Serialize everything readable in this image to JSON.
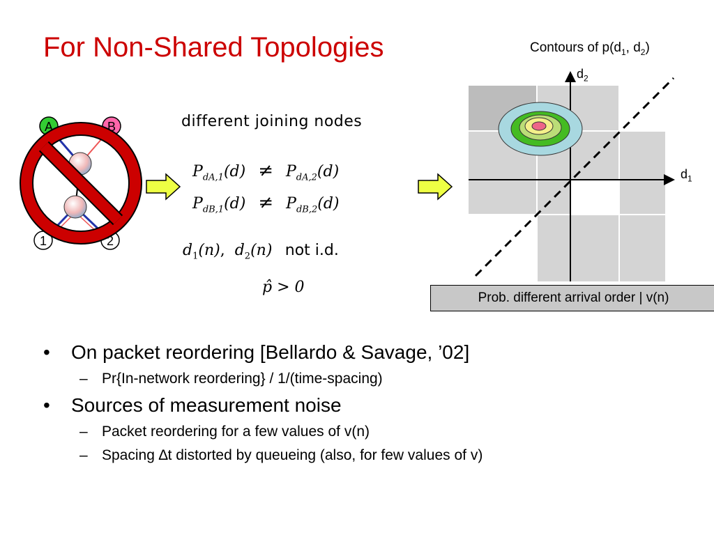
{
  "slide": {
    "title": "For Non-Shared Topologies"
  },
  "network": {
    "node_labels": [
      "A",
      "B",
      "1",
      "2"
    ]
  },
  "math": {
    "heading": "different joining nodes",
    "eq1_left": "P",
    "eq1_left_sub": "dA,1",
    "eq_arg": "(d)",
    "neq": "≠",
    "eq1_right_sub": "dA,2",
    "eq2_left_sub": "dB,1",
    "eq2_right_sub": "dB,2",
    "d1n": "d",
    "d1n_sub": "1",
    "d2n_sub": "2",
    "n_arg": "(n)",
    "not_id": "not i.d.",
    "phat": "p̂ > 0"
  },
  "contours": {
    "title_prefix": "Contours of p(d",
    "title_sub1": "1",
    "title_mid": ", d",
    "title_sub2": "2",
    "title_suffix": ")",
    "axis_y": "d",
    "axis_y_sub": "2",
    "axis_x": "d",
    "axis_x_sub": "1",
    "caption": "Prob. different arrival order | v(n)"
  },
  "bullets": [
    {
      "text": "On packet reordering [Bellardo & Savage, ’02]",
      "sub": [
        "Pr{In-network reordering} / 1/(time-spacing)"
      ]
    },
    {
      "text": "Sources of measurement noise",
      "sub": [
        "Packet reordering for a few values of v(n)",
        "Spacing ∆t distorted by queueing (also, for few values of v)"
      ]
    }
  ],
  "colors": {
    "title": "#cc0000",
    "prohibition": "#cc0000",
    "arrow_fill": "#eeff44",
    "grid_shade": "#d4d4d4",
    "caption_bg": "#c8c8c8"
  }
}
